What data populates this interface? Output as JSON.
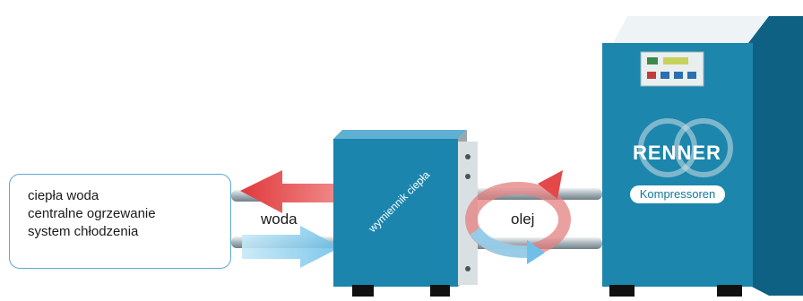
{
  "labels": {
    "uses": [
      "ciepła woda",
      "centralne ogrzewanie",
      "system chłodzenia"
    ],
    "water": "woda",
    "oil": "olej",
    "exchanger": "wymiennik ciepła"
  },
  "compressor": {
    "brand": "RENNER",
    "subbrand": "Kompressoren"
  },
  "colors": {
    "machine_front": "#1c86ad",
    "machine_side": "#0f6183",
    "machine_top": "#eef4f5",
    "hot_arrow": "#e44848",
    "cold_arrow": "#8fd0ee",
    "pipe": "#b7c1c6",
    "box_border": "#5aa9d6"
  }
}
